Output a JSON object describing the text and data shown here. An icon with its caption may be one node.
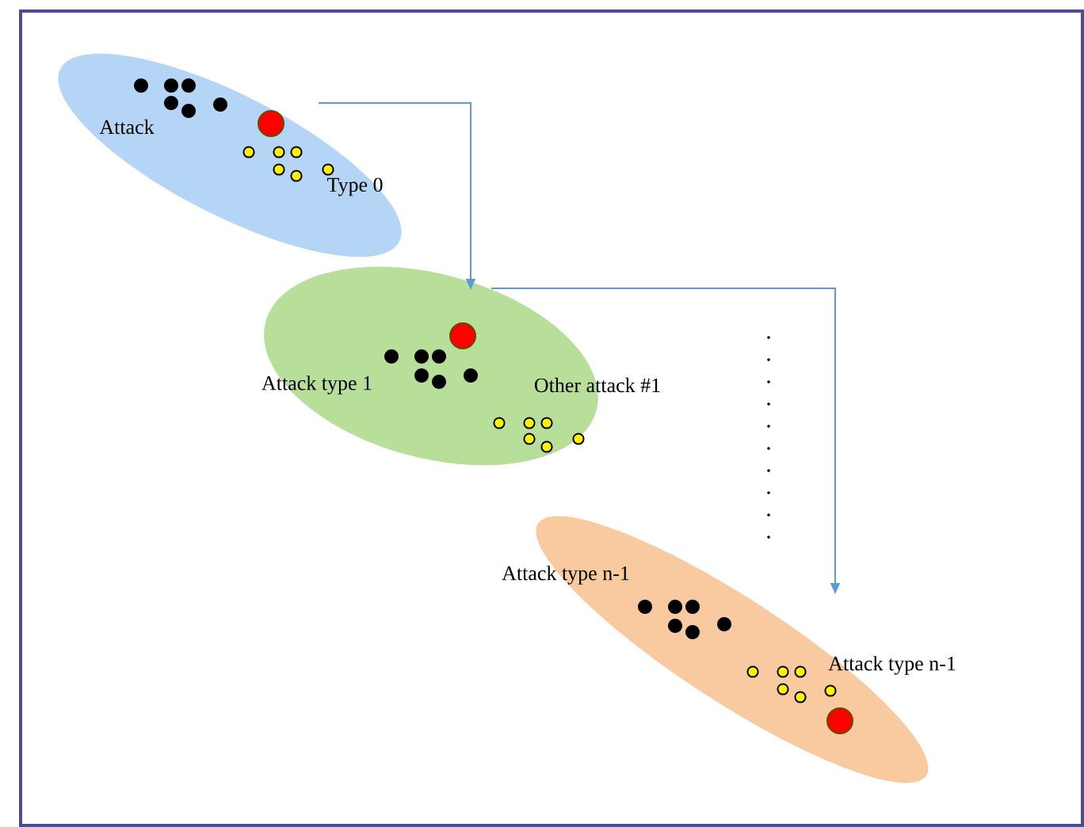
{
  "diagram": {
    "nodes": [
      {
        "text": [
          "Attack",
          "Type 0"
        ]
      },
      {
        "text": [
          "Attack type 1",
          "Other attack #1"
        ]
      },
      {
        "text": [
          "Attack type n-1",
          "Attack type n-1"
        ]
      }
    ],
    "edges": [
      {
        "from": 0,
        "to": 1,
        "arrow": "to"
      },
      {
        "from": 1,
        "to": 2,
        "arrow": "to"
      }
    ]
  }
}
